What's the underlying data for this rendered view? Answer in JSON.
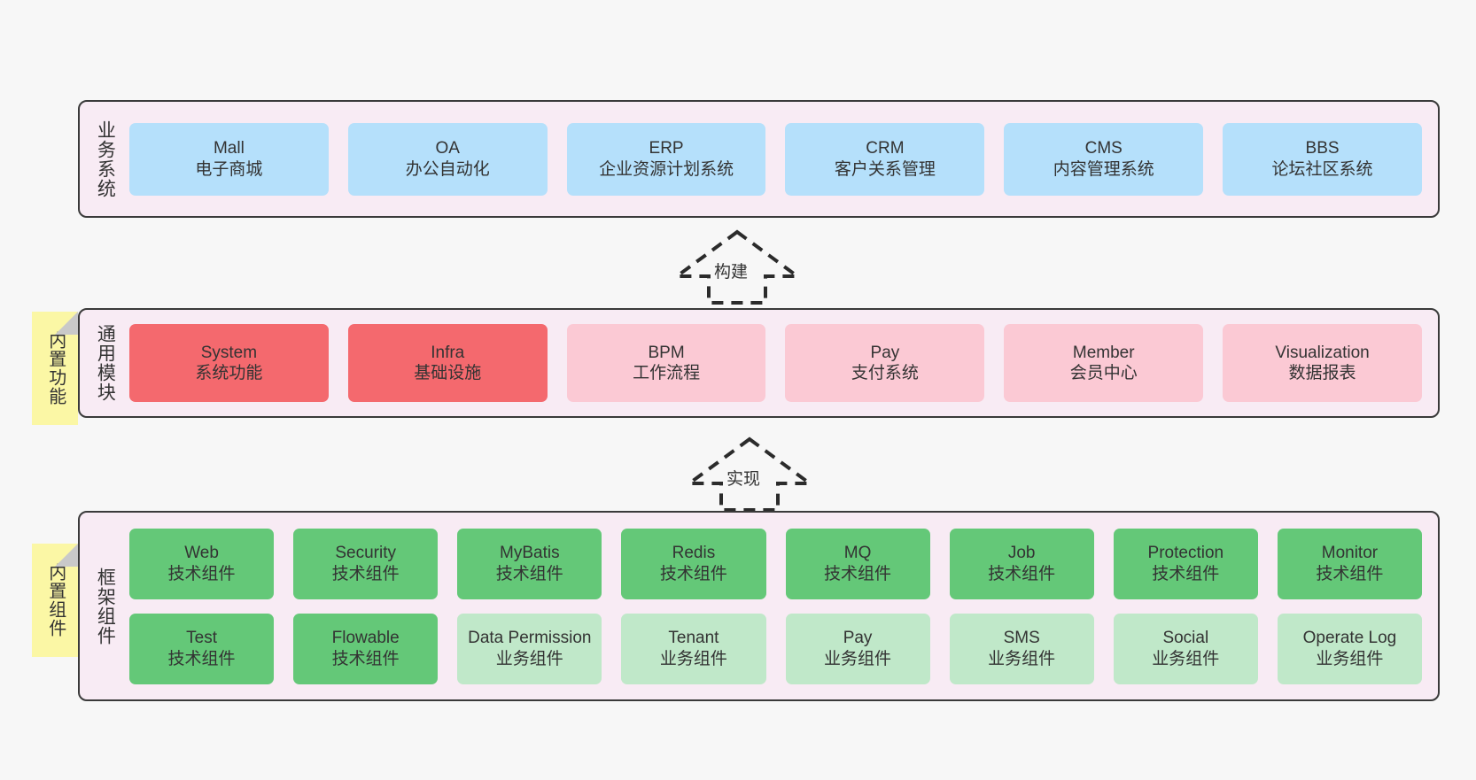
{
  "diagram": {
    "background_color": "#f7f7f7",
    "panel_color": "#f8ebf4",
    "border_color": "#3a3a3a",
    "note_color": "#fbf7a5"
  },
  "layers": {
    "business": {
      "title": "业务系统",
      "color": "#b5e0fb",
      "nodes": [
        {
          "name": "Mall",
          "sub": "电子商城"
        },
        {
          "name": "OA",
          "sub": "办公自动化"
        },
        {
          "name": "ERP",
          "sub": "企业资源计划系统"
        },
        {
          "name": "CRM",
          "sub": "客户关系管理"
        },
        {
          "name": "CMS",
          "sub": "内容管理系统"
        },
        {
          "name": "BBS",
          "sub": "论坛社区系统"
        }
      ]
    },
    "modules": {
      "title": "通用模块",
      "note": "内置功能",
      "colors": {
        "primary": "#f4696e",
        "secondary": "#fbc9d4"
      },
      "nodes": [
        {
          "name": "System",
          "sub": "系统功能",
          "style": "primary"
        },
        {
          "name": "Infra",
          "sub": "基础设施",
          "style": "primary"
        },
        {
          "name": "BPM",
          "sub": "工作流程",
          "style": "secondary"
        },
        {
          "name": "Pay",
          "sub": "支付系统",
          "style": "secondary"
        },
        {
          "name": "Member",
          "sub": "会员中心",
          "style": "secondary"
        },
        {
          "name": "Visualization",
          "sub": "数据报表",
          "style": "secondary"
        }
      ]
    },
    "framework": {
      "title": "框架组件",
      "note": "内置组件",
      "colors": {
        "tech": "#64c878",
        "biz": "#c0e8c9"
      },
      "row1": [
        {
          "name": "Web",
          "sub": "技术组件",
          "style": "tech"
        },
        {
          "name": "Security",
          "sub": "技术组件",
          "style": "tech"
        },
        {
          "name": "MyBatis",
          "sub": "技术组件",
          "style": "tech"
        },
        {
          "name": "Redis",
          "sub": "技术组件",
          "style": "tech"
        },
        {
          "name": "MQ",
          "sub": "技术组件",
          "style": "tech"
        },
        {
          "name": "Job",
          "sub": "技术组件",
          "style": "tech"
        },
        {
          "name": "Protection",
          "sub": "技术组件",
          "style": "tech"
        },
        {
          "name": "Monitor",
          "sub": "技术组件",
          "style": "tech"
        }
      ],
      "row2": [
        {
          "name": "Test",
          "sub": "技术组件",
          "style": "tech"
        },
        {
          "name": "Flowable",
          "sub": "技术组件",
          "style": "tech"
        },
        {
          "name": "Data Permission",
          "sub": "业务组件",
          "style": "biz"
        },
        {
          "name": "Tenant",
          "sub": "业务组件",
          "style": "biz"
        },
        {
          "name": "Pay",
          "sub": "业务组件",
          "style": "biz"
        },
        {
          "name": "SMS",
          "sub": "业务组件",
          "style": "biz"
        },
        {
          "name": "Social",
          "sub": "业务组件",
          "style": "biz"
        },
        {
          "name": "Operate Log",
          "sub": "业务组件",
          "style": "biz"
        }
      ]
    }
  },
  "arrows": [
    {
      "label": "构建",
      "direction": "up"
    },
    {
      "label": "实现",
      "direction": "up"
    }
  ]
}
